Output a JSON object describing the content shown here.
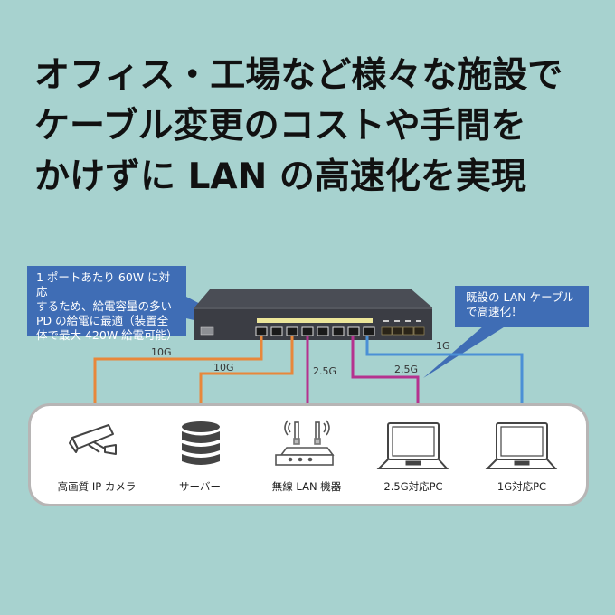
{
  "headline": {
    "lines": [
      "オフィス・工場など様々な施設で",
      "ケーブル変更のコストや手間を",
      "かけずに LAN の高速化を実現"
    ]
  },
  "callouts": {
    "left": {
      "lines": [
        "1 ポートあたり 60W に対応",
        "するため、給電容量の多い",
        "PD の給電に最適（装置全",
        "体で最大 420W 給電可能）"
      ]
    },
    "right": {
      "lines": [
        "既設の LAN ケーブル",
        "で高速化！"
      ]
    }
  },
  "connections": [
    {
      "speed": "10G",
      "device": "高画質 IP カメラ",
      "color": "#e8873a"
    },
    {
      "speed": "10G",
      "device": "サーバー",
      "color": "#e8873a"
    },
    {
      "speed": "2.5G",
      "device": "無線 LAN 機器",
      "color": "#b5328f"
    },
    {
      "speed": "2.5G",
      "device": "2.5G対応PC",
      "color": "#b5328f"
    },
    {
      "speed": "1G",
      "device": "1G対応PC",
      "color": "#4b90d6"
    }
  ],
  "colors": {
    "background": "#a7d2cf",
    "callout": "#3f6db5",
    "orange": "#e8873a",
    "magenta": "#b5328f",
    "blue": "#4b90d6"
  }
}
